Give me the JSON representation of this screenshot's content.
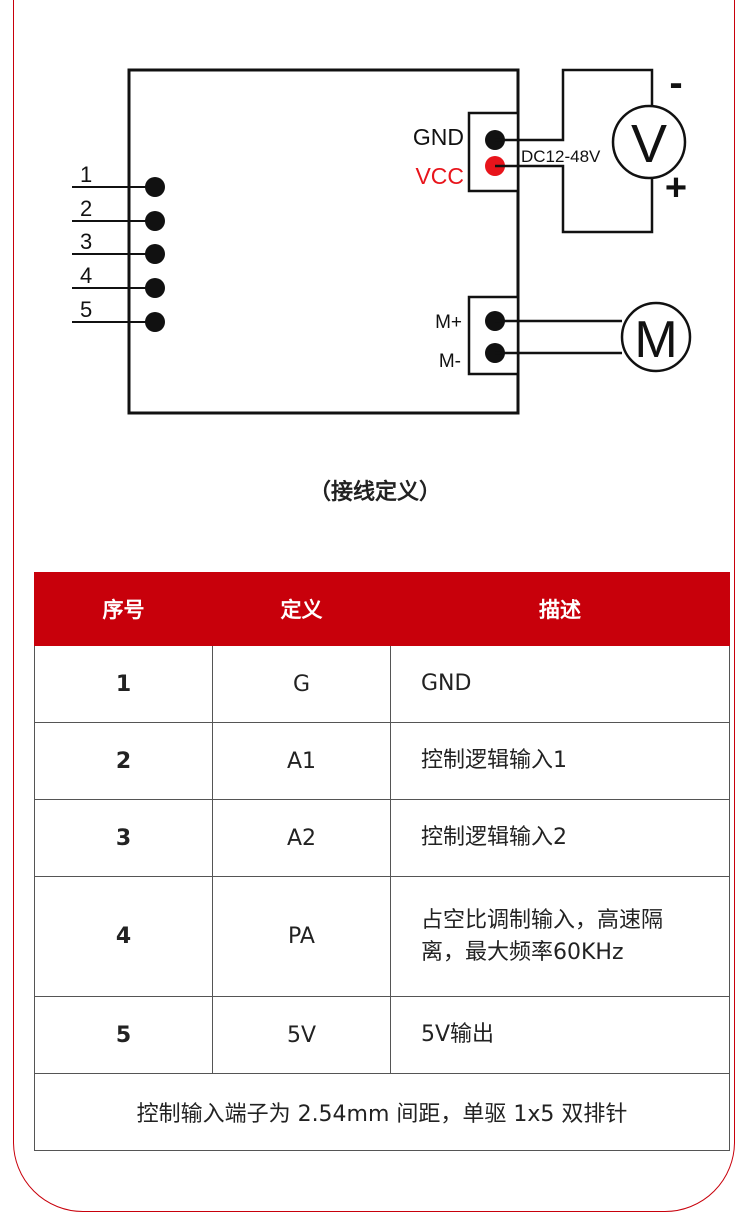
{
  "diagram": {
    "left_pins": [
      "1",
      "2",
      "3",
      "4",
      "5"
    ],
    "gnd_label": "GND",
    "vcc_label": "VCC",
    "supply_label": "DC12-48V",
    "voltmeter_symbol": "V",
    "minus_sign": "-",
    "plus_sign": "+",
    "motor_plus_label": "M+",
    "motor_minus_label": "M-",
    "motor_symbol": "M",
    "vcc_color": "#e8141b",
    "caption": "（接线定义）"
  },
  "table": {
    "headers": [
      "序号",
      "定义",
      "描述"
    ],
    "header_color": "#c8000b",
    "rows": [
      {
        "num": "1",
        "def": "G",
        "desc": "GND"
      },
      {
        "num": "2",
        "def": "A1",
        "desc": "控制逻辑输入1"
      },
      {
        "num": "3",
        "def": "A2",
        "desc": "控制逻辑输入2"
      },
      {
        "num": "4",
        "def": "PA",
        "desc": "占空比调制输入，高速隔离，最大频率60KHz"
      },
      {
        "num": "5",
        "def": "5V",
        "desc": "5V输出"
      }
    ],
    "footer": "控制输入端子为 2.54mm 间距，单驱 1x5 双排针"
  }
}
